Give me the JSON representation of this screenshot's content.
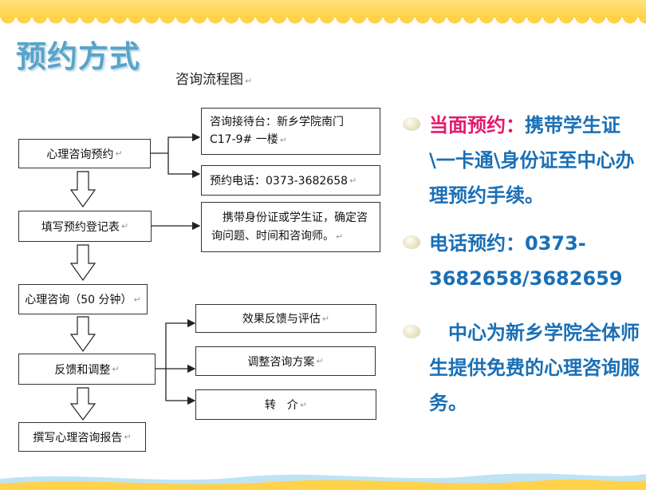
{
  "title": "预约方式",
  "flowchart": {
    "title": "咨询流程图",
    "steps": [
      "心理咨询预约",
      "填写预约登记表",
      "心理咨询（50 分钟）",
      "反馈和调整",
      "撰写心理咨询报告"
    ],
    "reception": {
      "line1": "咨询接待台：新乡学院南门",
      "line2": "C17-9#  一楼"
    },
    "phone": "预约电话：0373-3682658",
    "requirement": "携带身份证或学生证，确定咨询问题、时间和咨询师。",
    "feedback_options": [
      "效果反馈与评估",
      "调整咨询方案",
      "转　介"
    ]
  },
  "bullets": {
    "in_person_label": "当面预约：",
    "in_person_text": "携带学生证\\一卡通\\身份证至中心办理预约手续。",
    "phone_text": "电话预约：0373-3682658/3682659",
    "free_text": "　中心为新乡学院全体师生提供免费的心理咨询服务。"
  },
  "colors": {
    "title": "#5aa3c9",
    "bullet": "#1a6fb6",
    "highlight": "#e6196c"
  }
}
